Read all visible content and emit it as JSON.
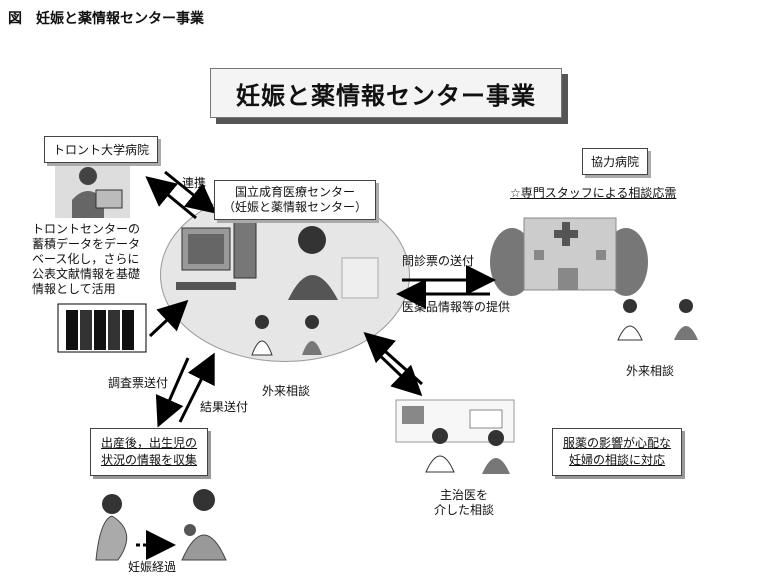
{
  "figure_title": "図　妊娠と薬情報センター事業",
  "main_title": "妊娠と薬情報センター事業",
  "toronto": {
    "box_label": "トロント大学病院",
    "description": [
      "トロントセンターの",
      "蓄積データをデータ",
      "ベース化し，さらに",
      "公表文献情報を基礎",
      "情報として活用"
    ]
  },
  "center": {
    "label_line1": "国立成育医療センター",
    "label_line2": "（妊娠と薬情報センター）",
    "consult_label": "外来相談"
  },
  "cooperating": {
    "box_label": "協力病院",
    "staff_note": "☆専門スタッフによる相談応需",
    "consult_label": "外来相談"
  },
  "arrows": {
    "renkei": "連携",
    "questionnaire_send": "問診票の送付",
    "info_provide": "医薬品情報等の提供",
    "survey_send": "調査票送付",
    "result_send": "結果送付"
  },
  "postnatal_box": [
    "出産後，出生児の",
    "状況の情報を収集"
  ],
  "pregnancy_progress": "妊娠経過",
  "attending_doctor": [
    "主治医を",
    "介した相談"
  ],
  "medication_box": [
    "服薬の影響が心配な",
    "妊婦の相談に対応"
  ]
}
